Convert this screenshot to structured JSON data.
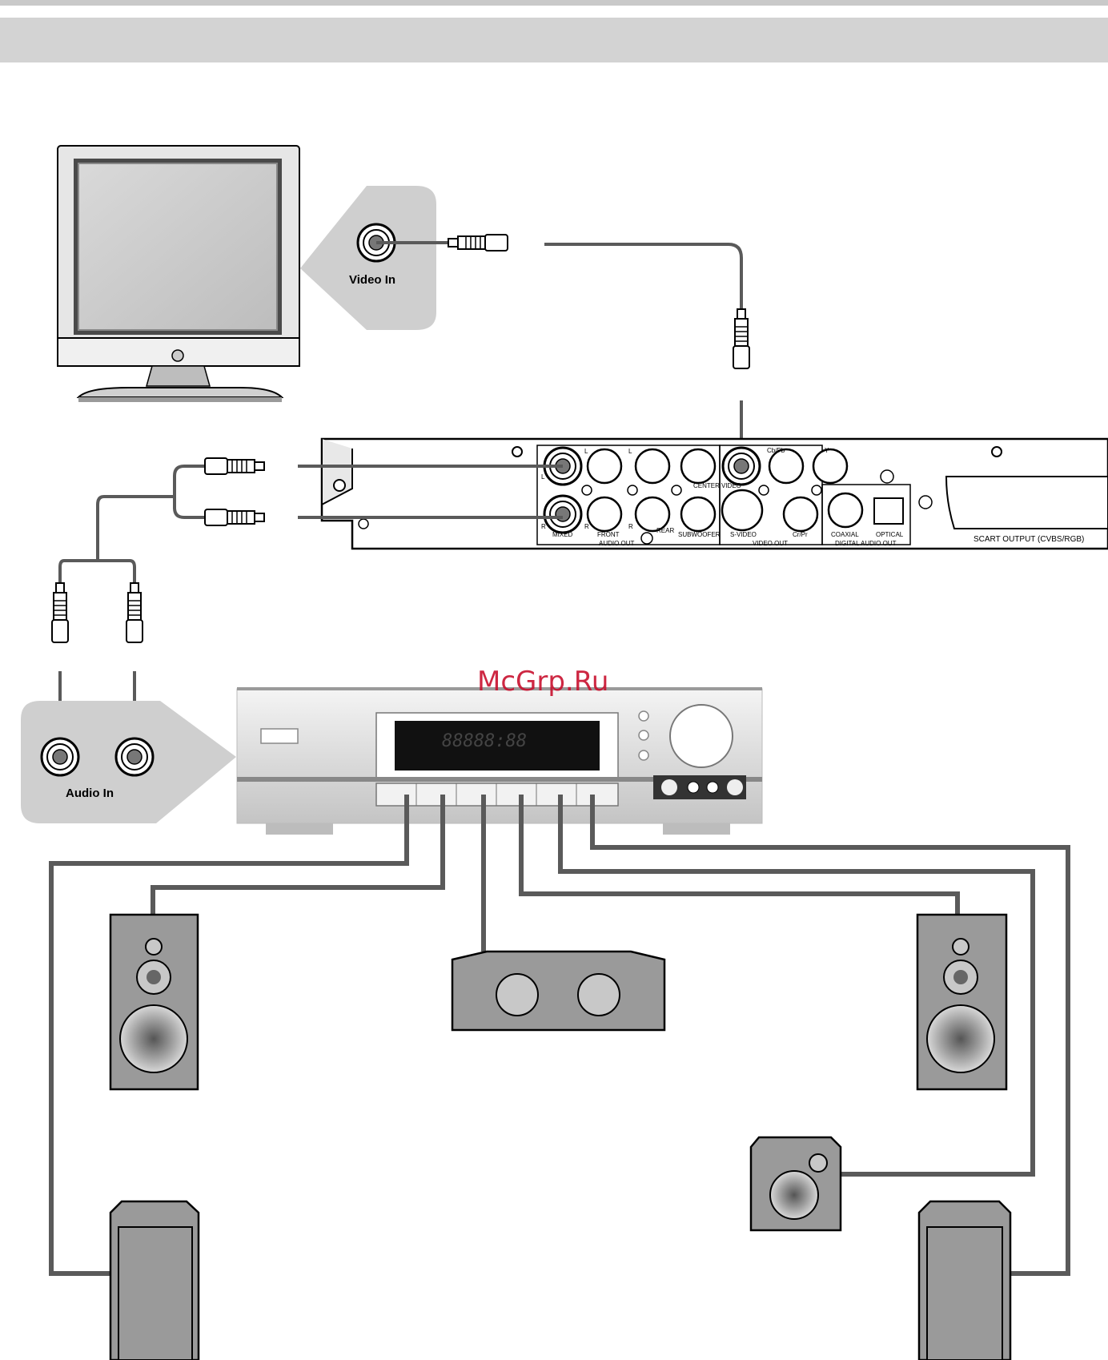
{
  "watermark": "McGrp.Ru",
  "tv": {
    "input_label": "Video In"
  },
  "receiver": {
    "input_label": "Audio In",
    "display_text": "88888:88"
  },
  "player": {
    "audio_out": {
      "group_label": "AUDIO OUT",
      "mixed": "MIXED",
      "front": "FRONT",
      "rear": "REAR",
      "center": "CENTER",
      "subwoofer": "SUBWOOFER",
      "left": "L",
      "right": "R"
    },
    "video_out": {
      "group_label": "VIDEO OUT",
      "video": "VIDEO",
      "svideo": "S-VIDEO",
      "cb": "Cb/Pb",
      "cr": "Cr/Pr",
      "y": "Y"
    },
    "digital_out": {
      "group_label": "DIGITAL AUDIO OUT",
      "coaxial": "COAXIAL",
      "optical": "OPTICAL"
    },
    "scart": "SCART OUTPUT (CVBS/RGB)"
  }
}
